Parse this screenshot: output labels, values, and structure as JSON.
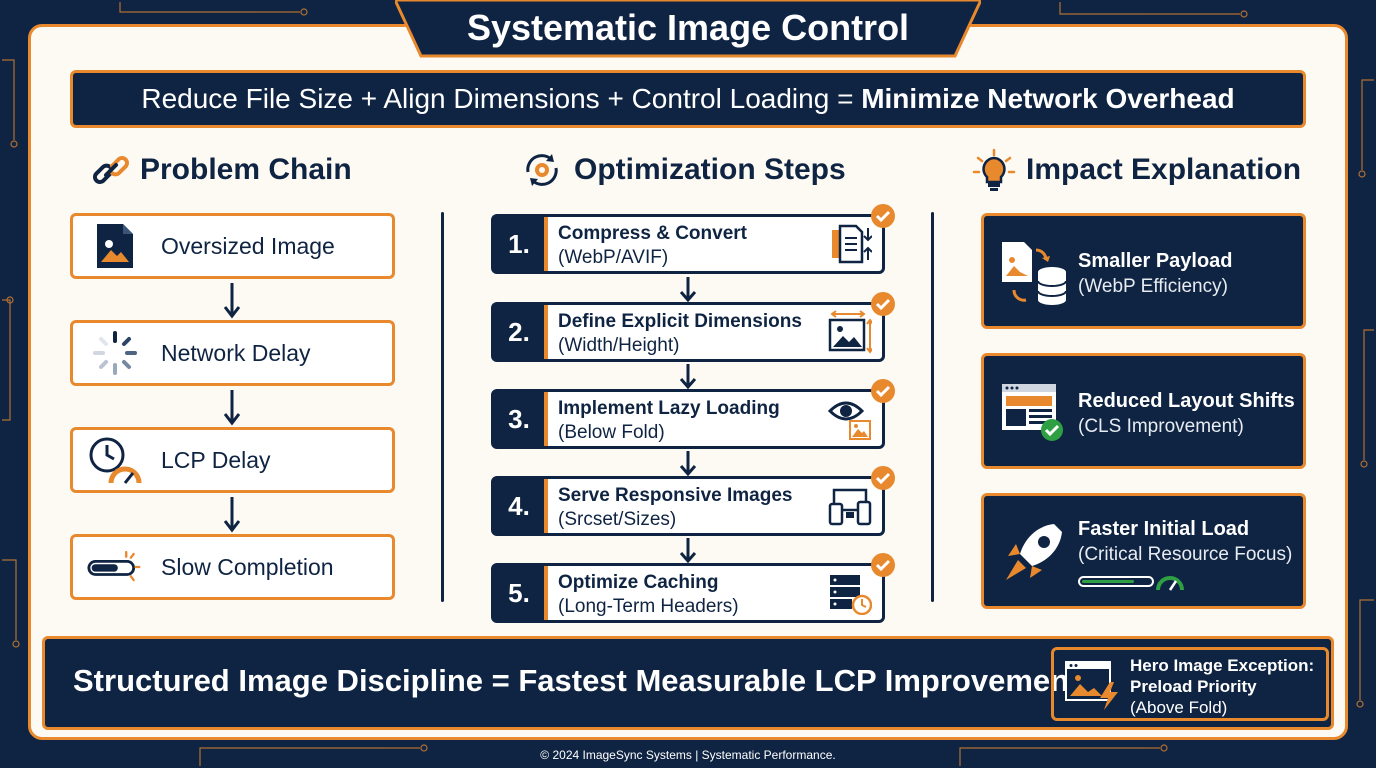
{
  "title": "Systematic Image Control",
  "formula": {
    "lhs": "Reduce File Size + Align Dimensions + Control Loading = ",
    "rhs": "Minimize Network Overhead"
  },
  "columns": {
    "problem": "Problem Chain",
    "steps": "Optimization Steps",
    "impact": "Impact Explanation"
  },
  "problem_chain": [
    {
      "label": "Oversized Image",
      "icon": "image-file-icon"
    },
    {
      "label": "Network Delay",
      "icon": "loading-spinner-icon"
    },
    {
      "label": "LCP Delay",
      "icon": "clock-gauge-icon"
    },
    {
      "label": "Slow Completion",
      "icon": "progress-bar-icon"
    }
  ],
  "steps": [
    {
      "num": "1.",
      "title": "Compress & Convert",
      "detail": "(WebP/AVIF)",
      "icon": "file-convert-icon"
    },
    {
      "num": "2.",
      "title": "Define Explicit Dimensions",
      "detail": "(Width/Height)",
      "icon": "image-dimensions-icon"
    },
    {
      "num": "3.",
      "title": "Implement Lazy Loading",
      "detail": "(Below Fold)",
      "icon": "eye-image-icon"
    },
    {
      "num": "4.",
      "title": "Serve Responsive Images",
      "detail": "(Srcset/Sizes)",
      "icon": "devices-icon"
    },
    {
      "num": "5.",
      "title": "Optimize Caching",
      "detail": "(Long-Term Headers)",
      "icon": "server-clock-icon"
    }
  ],
  "impacts": [
    {
      "title": "Smaller Payload",
      "detail": "(WebP Efficiency)",
      "icon": "file-database-icon"
    },
    {
      "title": "Reduced Layout Shifts",
      "detail": "(CLS Improvement)",
      "icon": "layout-check-icon"
    },
    {
      "title": "Faster Initial Load",
      "detail": "(Critical Resource Focus)",
      "icon": "rocket-icon"
    }
  ],
  "bottom": {
    "statement": "Structured Image Discipline = Fastest Measurable LCP Improvements",
    "hero_line1": "Hero Image Exception:",
    "hero_line2": "Preload Priority",
    "hero_line3": "(Above Fold)"
  },
  "footer": "© 2024 ImageSync Systems | Systematic Performance.",
  "colors": {
    "navy": "#0f2442",
    "orange": "#e8892e",
    "cream": "#fdfaf4",
    "green": "#2ea043"
  }
}
